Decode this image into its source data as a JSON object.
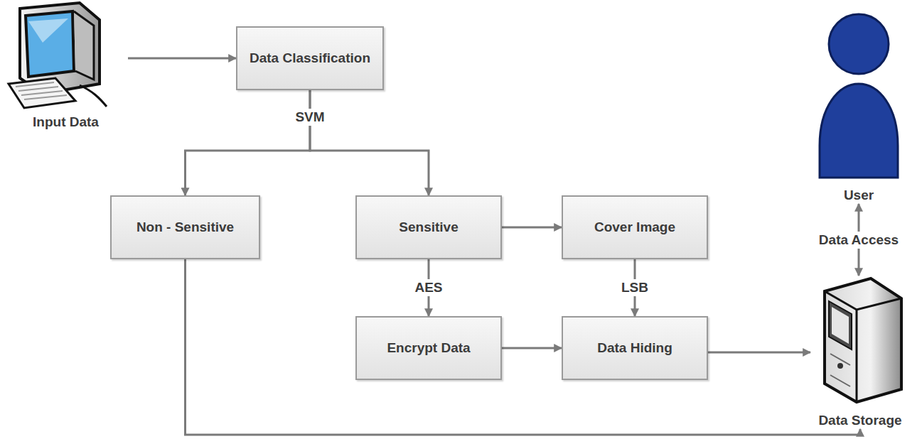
{
  "diagram": {
    "nodes": [
      {
        "text": [
          "Input Data"
        ]
      },
      {
        "text": [
          "Data Classification"
        ]
      },
      {
        "text": [
          "User"
        ]
      },
      {
        "text": [
          "Non - Sensitive"
        ]
      },
      {
        "text": [
          "Sensitive"
        ]
      },
      {
        "text": [
          "Cover Image"
        ]
      },
      {
        "text": [
          "Encrypt Data"
        ]
      },
      {
        "text": [
          "Data Hiding"
        ]
      },
      {
        "text": [
          "Data Storage"
        ]
      }
    ],
    "edges": [
      {
        "from": 0,
        "to": 1,
        "arrow": "to"
      },
      {
        "from": 1,
        "to": 3,
        "label": "SVM",
        "arrow": "to"
      },
      {
        "from": 1,
        "to": 4,
        "arrow": "to"
      },
      {
        "from": 4,
        "to": 5,
        "arrow": "to"
      },
      {
        "from": 4,
        "to": 6,
        "label": "AES",
        "arrow": "to"
      },
      {
        "from": 5,
        "to": 7,
        "label": "LSB",
        "arrow": "to"
      },
      {
        "from": 6,
        "to": 7,
        "arrow": "to"
      },
      {
        "from": 7,
        "to": 8,
        "arrow": "to"
      },
      {
        "from": 3,
        "to": 8,
        "arrow": "to"
      },
      {
        "from": 2,
        "to": 8,
        "label": "Data Access",
        "arrow": "both"
      }
    ]
  }
}
